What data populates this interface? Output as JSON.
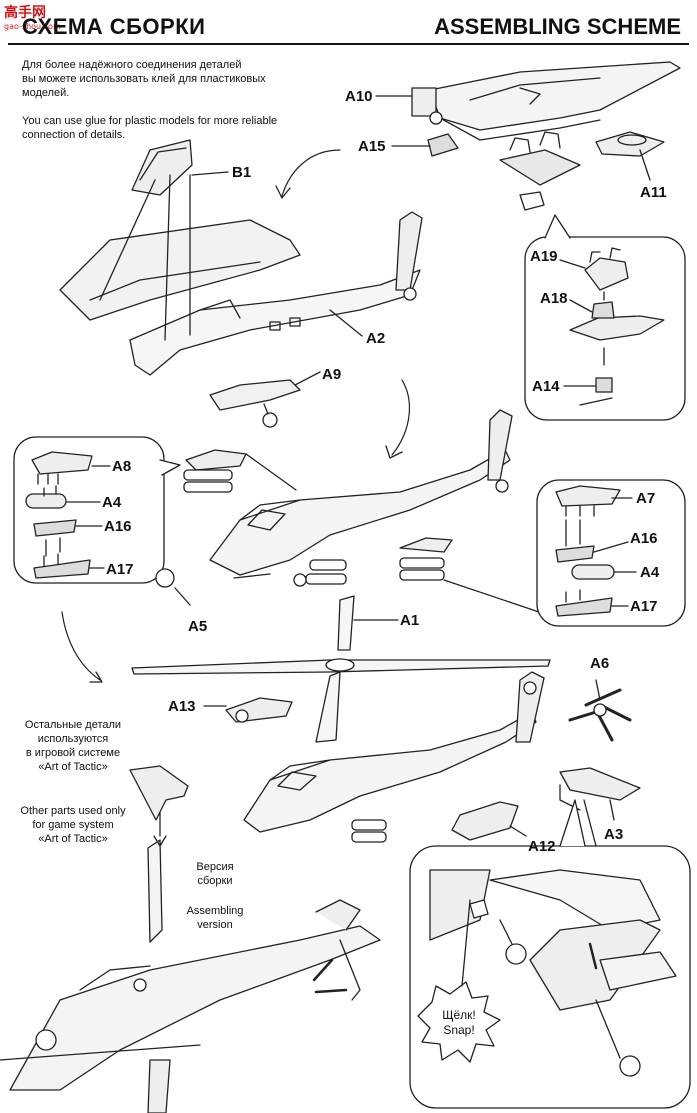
{
  "header": {
    "logo": "高手网",
    "logo_sub": "gao-shou.com",
    "title_ru": "СХЕМА СБОРКИ",
    "title_en": "ASSEMBLING SCHEME"
  },
  "notes": {
    "glue_ru_1": "Для более надёжного соединения деталей",
    "glue_ru_2": "вы можете использовать клей для пластиковых",
    "glue_ru_3": "моделей.",
    "glue_en_1": "You can use glue for plastic models for more reliable",
    "glue_en_2": "connection of details.",
    "other_ru_1": "Остальные детали",
    "other_ru_2": "используются",
    "other_ru_3": "в игровой системе",
    "other_ru_4": "«Art of Tactic»",
    "other_en_1": "Other parts used only",
    "other_en_2": "for game system",
    "other_en_3": "«Art of Tactic»",
    "version_ru_1": "Версия",
    "version_ru_2": "сборки",
    "version_en_1": "Assembling",
    "version_en_2": "version",
    "snap_ru": "Щёлк!",
    "snap_en": "Snap!"
  },
  "parts": {
    "a10": "A10",
    "a15": "A15",
    "a11": "A11",
    "b1": "B1",
    "a2": "A2",
    "a9": "A9",
    "a19": "A19",
    "a18": "A18",
    "a14": "A14",
    "a8": "A8",
    "a4_left": "A4",
    "a16_left": "A16",
    "a17_left": "A17",
    "a7": "A7",
    "a16_right": "A16",
    "a4_right": "A4",
    "a17_right": "A17",
    "a5": "A5",
    "a1": "A1",
    "a6": "A6",
    "a13": "A13",
    "a12": "A12",
    "a3": "A3"
  }
}
